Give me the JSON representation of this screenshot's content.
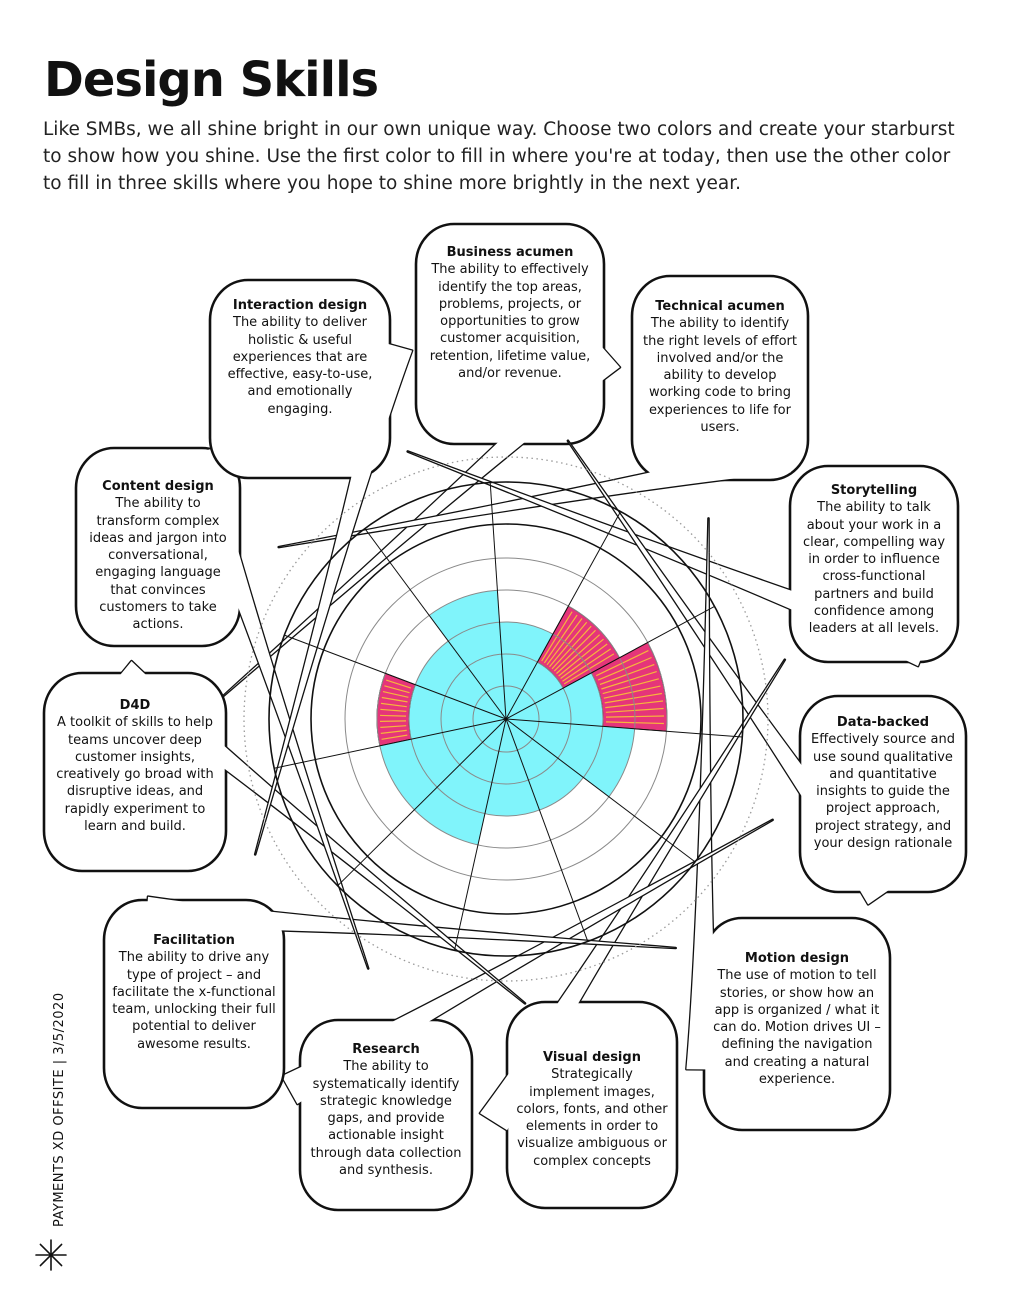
{
  "page": {
    "title": "Design Skills",
    "intro": "Like SMBs, we all shine bright in our own unique way. Choose two colors and create your starburst to show how you shine. Use the first color to fill in where you're at today, then use the other color to fill in three skills where you hope to shine more brightly in the next year.",
    "footer": "PAYMENTS XD OFFSITE | 3/5/2020"
  },
  "colors": {
    "today": "#80f4fb",
    "growth": "#e5357a",
    "growth_stripe": "#f6b53c",
    "ring": "#111111",
    "grid": "#8a8a8a"
  },
  "skills": [
    {
      "title": "Business acumen",
      "desc": "The ability to effectively identify the top areas, problems, projects, or opportunities to grow customer acquisition, retention, lifetime value, and/or revenue.",
      "today": 3,
      "growth": 4
    },
    {
      "title": "Technical acumen",
      "desc": "The ability to identify the right levels of effort involved and/or the ability to develop working code to bring experiences to life for users.",
      "today": 3,
      "growth": null
    },
    {
      "title": "Storytelling",
      "desc": "The ability to talk about your work in a clear, compelling way in order to influence cross-functional partners and build confidence among leaders at all levels.",
      "today": 4,
      "growth": null
    },
    {
      "title": "Data-backed",
      "desc": "Effectively source and use sound qualitative and quantitative insights to guide the project approach, project strategy, and your design rationale",
      "today": 3,
      "growth": null
    },
    {
      "title": "Motion design",
      "desc": "The use of motion to tell stories, or show how an app is organized / what it can do. Motion drives UI – defining the navigation and creating a natural experience.",
      "today": 2,
      "growth": 4
    },
    {
      "title": "Visual design",
      "desc": "Strategically implement images, colors, fonts, and other elements in order to visualize ambiguous or complex concepts",
      "today": 3,
      "growth": 5
    },
    {
      "title": "Research",
      "desc": "The ability to systematically identify strategic knowledge gaps, and provide actionable insight through data collection and synthesis.",
      "today": 4,
      "growth": null
    },
    {
      "title": "Facilitation",
      "desc": "The ability to drive any type of project – and facilitate the x-functional team, unlocking their full potential to deliver awesome results.",
      "today": 3,
      "growth": null
    },
    {
      "title": "D4D",
      "desc": "A toolkit of skills to help teams uncover deep customer insights, creatively go broad with disruptive ideas, and rapidly experiment to learn and build.",
      "today": 3,
      "growth": null
    },
    {
      "title": "Content design",
      "desc": "The ability to transform complex ideas and jargon into conversational, engaging language that convinces customers to take actions.",
      "today": 4,
      "growth": null
    },
    {
      "title": "Interaction design",
      "desc": "The ability to deliver holistic & useful experiences that are effective, easy-to-use, and emotionally engaging.",
      "today": 4,
      "growth": null
    }
  ]
}
